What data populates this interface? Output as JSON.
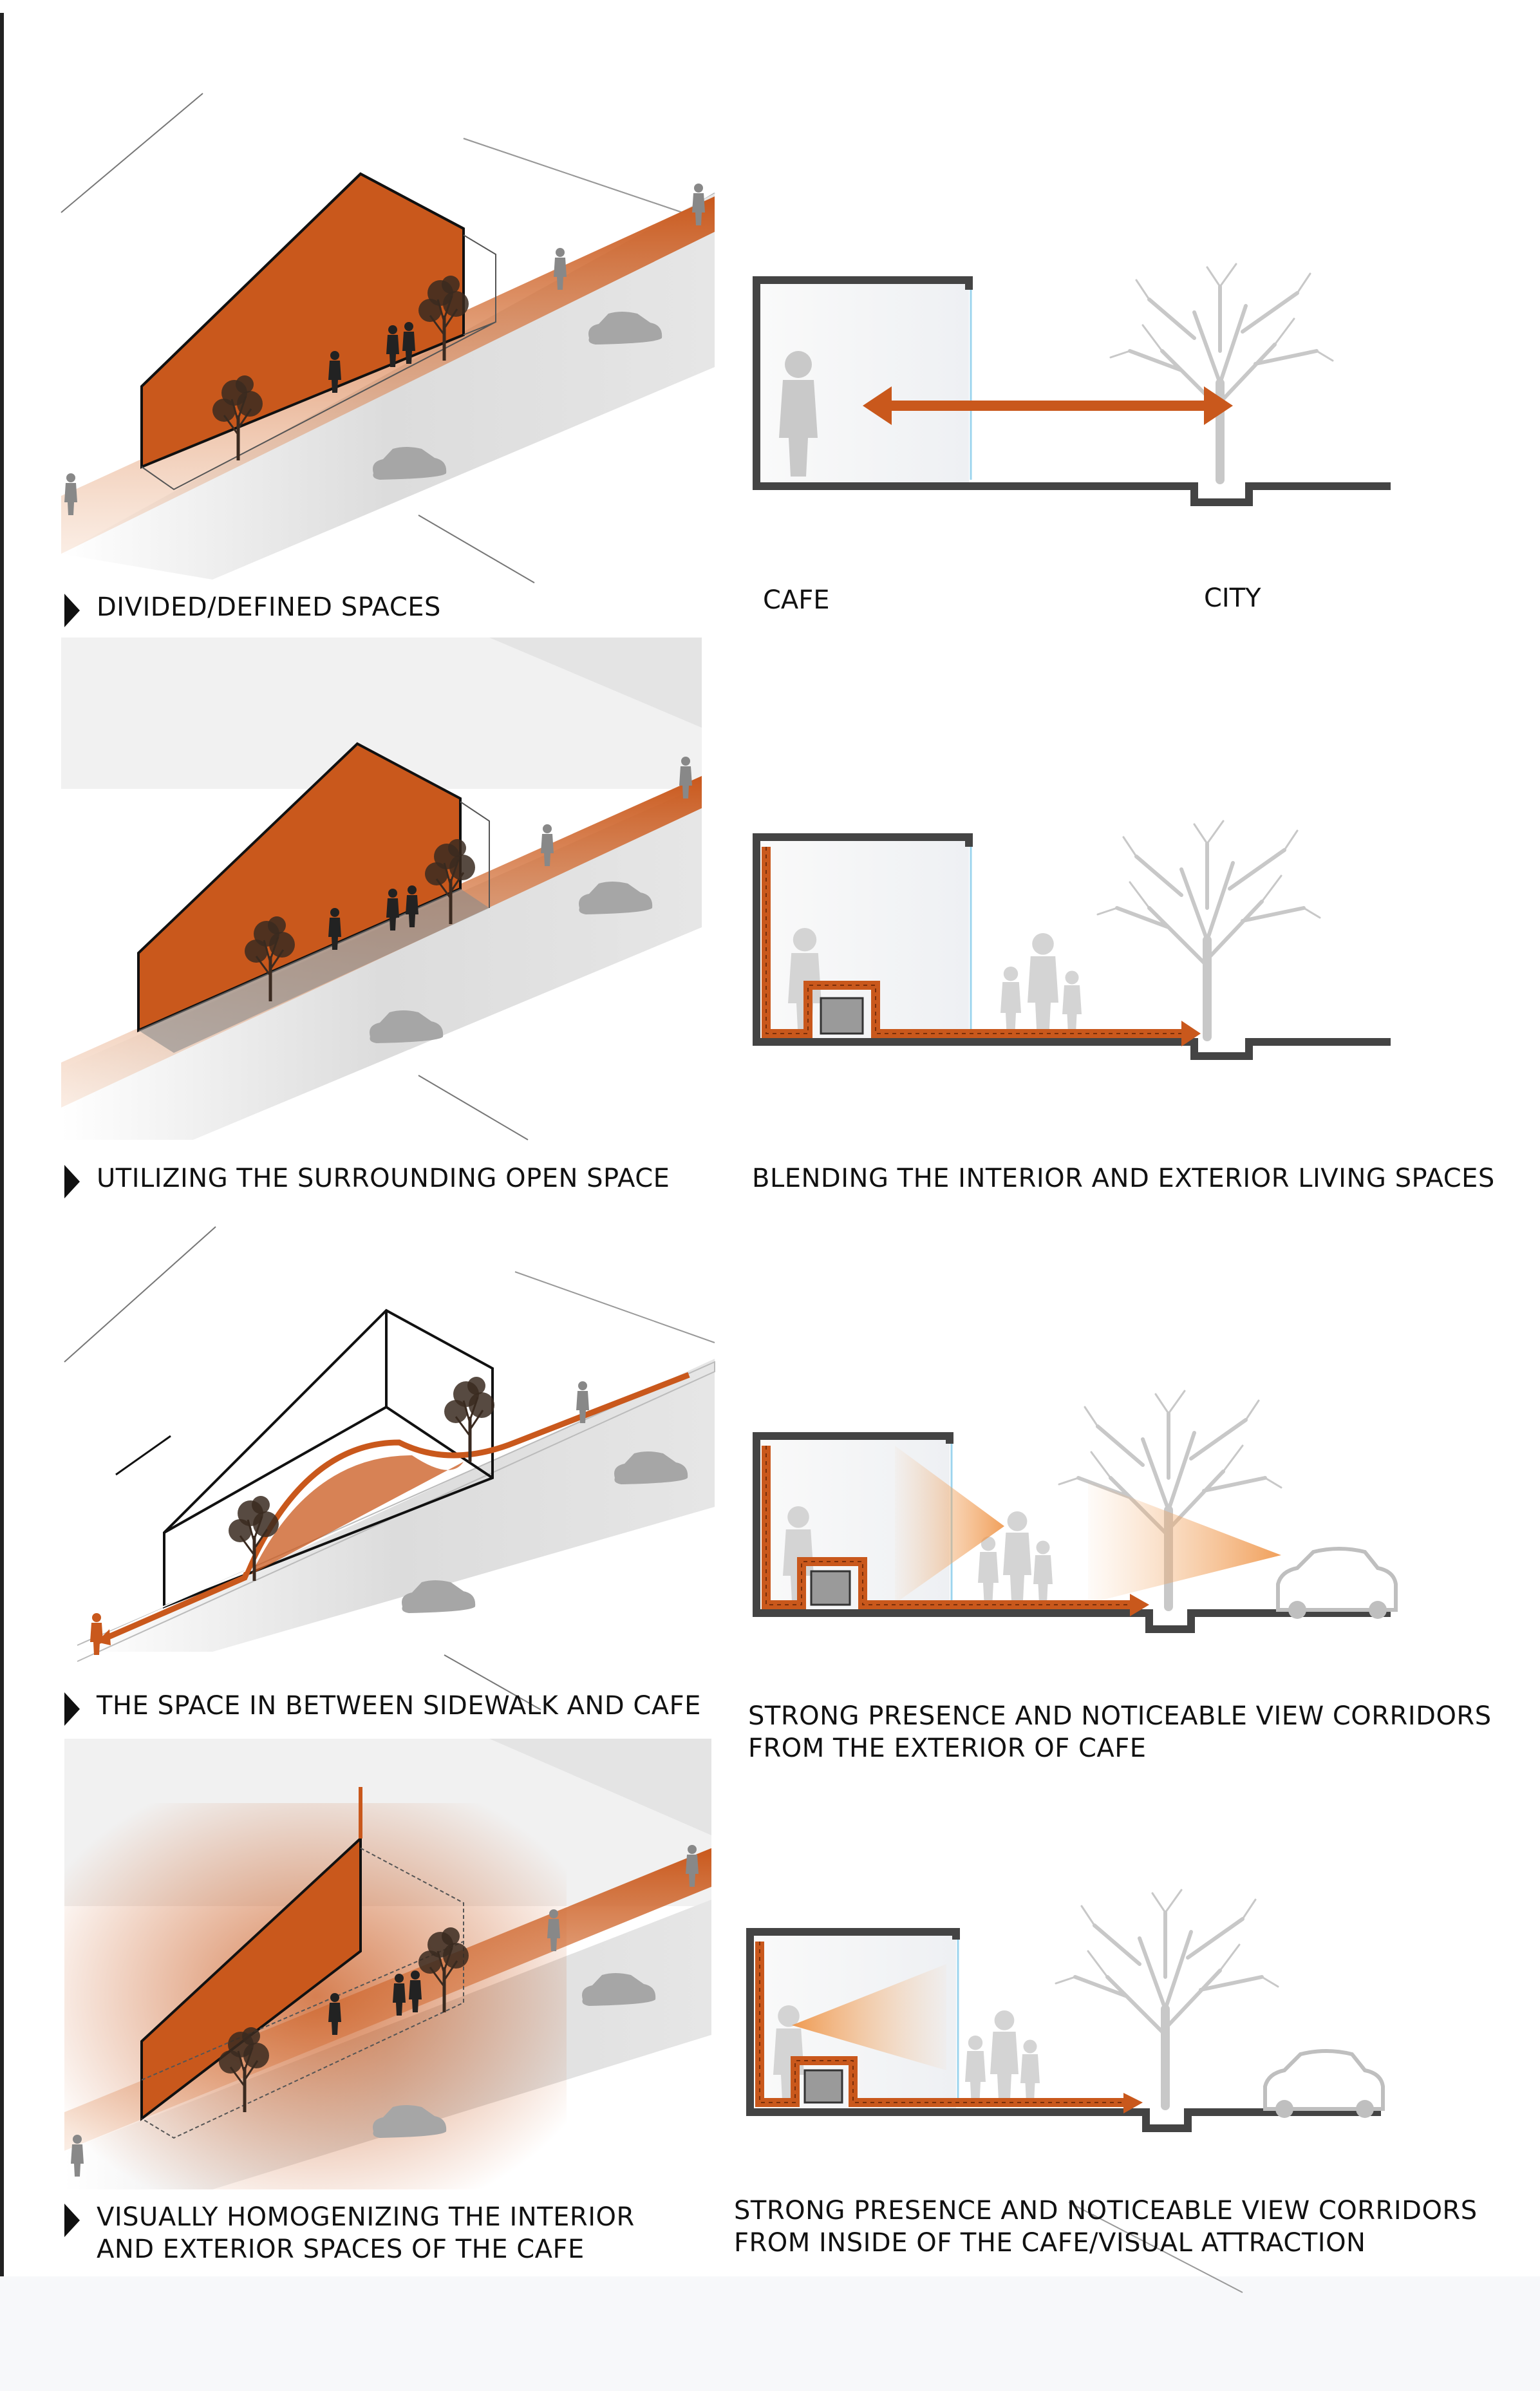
{
  "colors": {
    "accent": "#c9581c",
    "accent_dark": "#a8481a",
    "wall": "#4a4a4a",
    "shadow": "#9a9a9a",
    "ghost": "#d8d8d8"
  },
  "panels": [
    {
      "left_caption": [
        "DIVIDED/DEFINED SPACES"
      ],
      "right_caption": [],
      "section_labels": {
        "inside": "CAFE",
        "outside": "CITY"
      }
    },
    {
      "left_caption": [
        "UTILIZING  THE SURROUNDING OPEN SPACE"
      ],
      "right_caption": [
        "BLENDING THE INTERIOR AND EXTERIOR LIVING SPACES"
      ]
    },
    {
      "left_caption": [
        "THE SPACE IN BETWEEN SIDEWALK AND CAFE"
      ],
      "right_caption": [
        "STRONG PRESENCE AND NOTICEABLE VIEW CORRIDORS",
        "FROM THE EXTERIOR OF CAFE"
      ]
    },
    {
      "left_caption": [
        "VISUALLY HOMOGENIZING THE INTERIOR",
        "AND EXTERIOR SPACES OF THE CAFE"
      ],
      "right_caption": [
        "STRONG PRESENCE AND NOTICEABLE VIEW CORRIDORS",
        "FROM INSIDE OF THE CAFE/VISUAL  ATTRACTION"
      ]
    }
  ]
}
